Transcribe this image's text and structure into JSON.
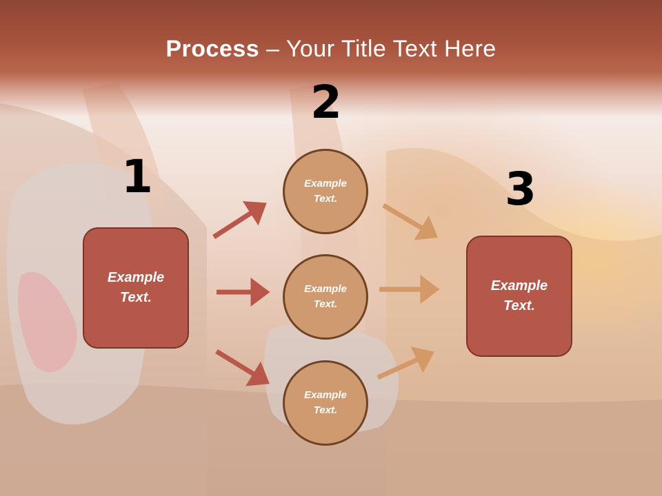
{
  "title": {
    "bold": "Process",
    "rest": " – Your Title Text Here"
  },
  "step_numbers": [
    "1",
    "2",
    "3"
  ],
  "left_box": {
    "label": "Example\nText."
  },
  "right_box": {
    "label": "Example\nText."
  },
  "circles": [
    {
      "label": "Example\nText."
    },
    {
      "label": "Example\nText."
    },
    {
      "label": "Example\nText."
    }
  ],
  "colors": {
    "header": "#a9553f",
    "box": "#b5584a",
    "circle": "#cf9a6f",
    "arrow_left": "#b8574a",
    "arrow_right": "#d39a68"
  }
}
